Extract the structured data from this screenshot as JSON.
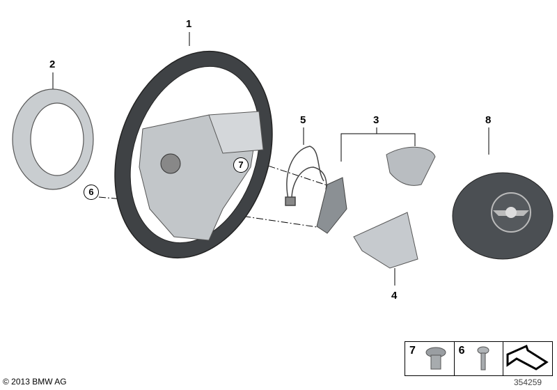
{
  "callouts": {
    "c1": "1",
    "c2": "2",
    "c3": "3",
    "c4": "4",
    "c5": "5",
    "c6": "6",
    "c7": "7",
    "c8": "8"
  },
  "legend": {
    "items": [
      {
        "number": "7",
        "icon": "hex-flange-bolt-icon"
      },
      {
        "number": "6",
        "icon": "torx-screw-icon"
      },
      {
        "number": "",
        "icon": "orientation-arrow-icon"
      }
    ]
  },
  "copyright": "© 2013 BMW AG",
  "document_number": "354259"
}
